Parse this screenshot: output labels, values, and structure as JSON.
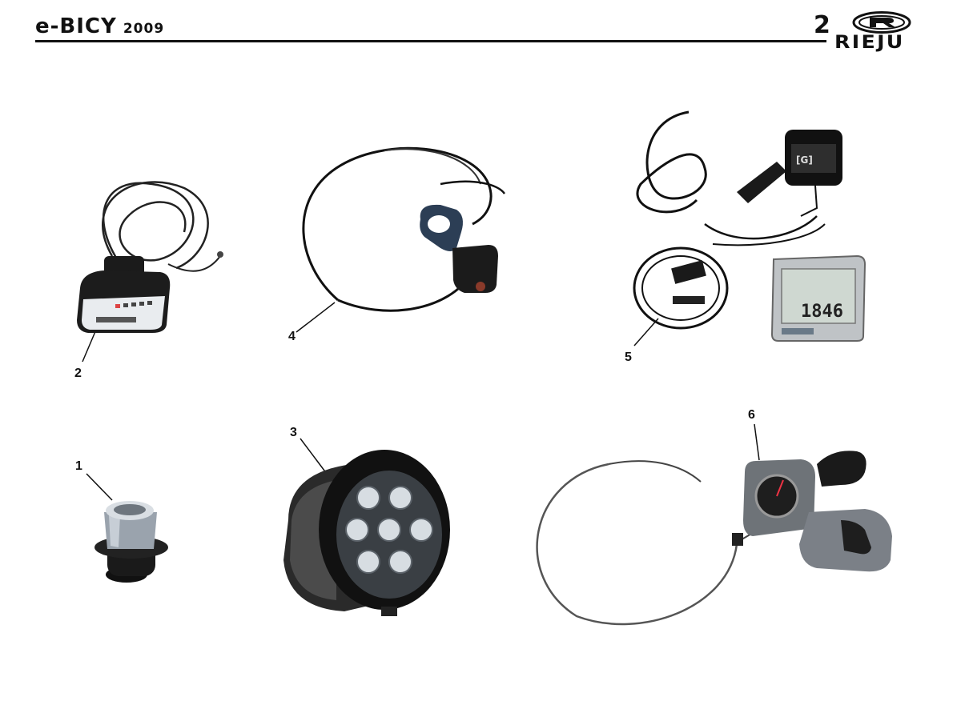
{
  "header": {
    "model": "e-BICY",
    "year": "2009",
    "page_number": "2",
    "brand": "RIEJU"
  },
  "parts": [
    {
      "callout": "1",
      "icon": "grip-bell-icon"
    },
    {
      "callout": "2",
      "icon": "battery-indicator-icon"
    },
    {
      "callout": "3",
      "icon": "led-headlight-icon"
    },
    {
      "callout": "4",
      "icon": "throttle-switch-icon"
    },
    {
      "callout": "5",
      "icon": "cycle-computer-icon"
    },
    {
      "callout": "6",
      "icon": "gear-shifter-icon"
    }
  ]
}
